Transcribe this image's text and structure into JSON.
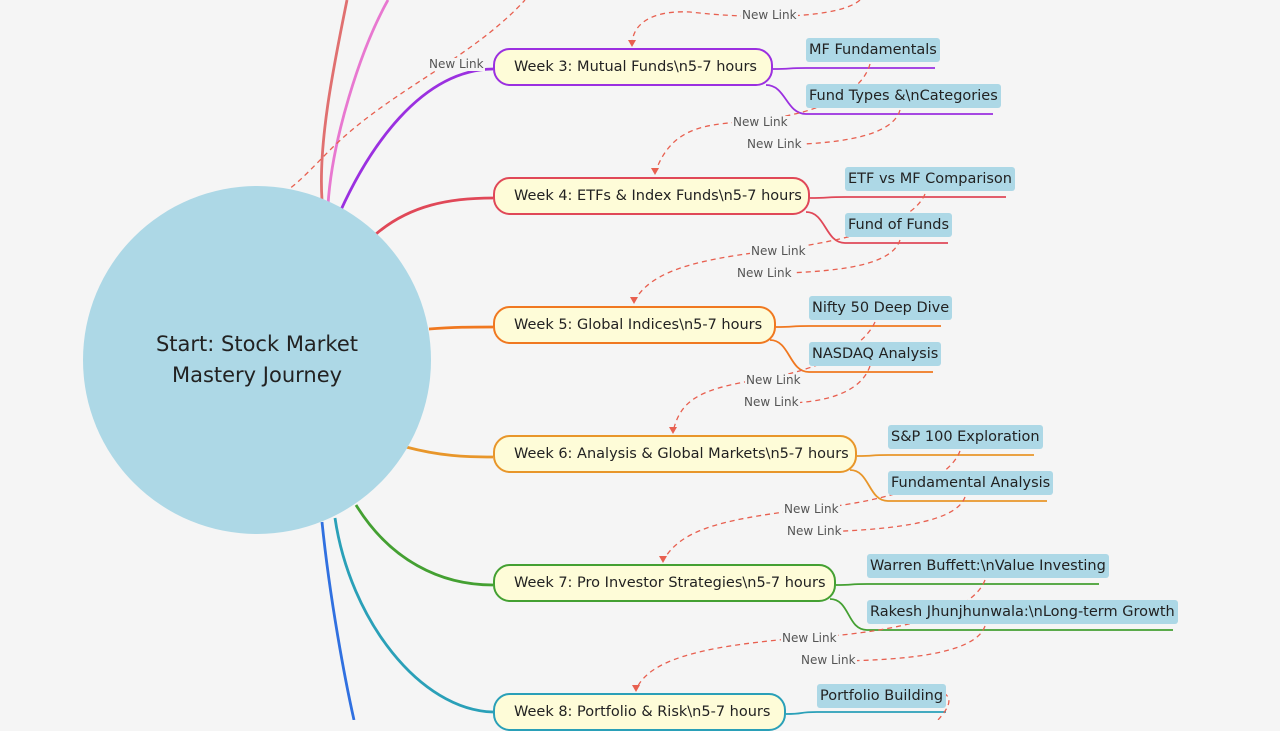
{
  "root": {
    "label": "Start: Stock Market Mastery Journey"
  },
  "weeks": [
    {
      "label": "Week 3: Mutual Funds\\n5-7 hours",
      "color": "#9b30e0",
      "subtopics": [
        "MF Fundamentals",
        "Fund Types &\\nCategories"
      ]
    },
    {
      "label": "Week 4: ETFs & Index Funds\\n5-7 hours",
      "color": "#e04858",
      "subtopics": [
        "ETF vs MF Comparison",
        "Fund of Funds"
      ]
    },
    {
      "label": "Week 5: Global Indices\\n5-7 hours",
      "color": "#f07820",
      "subtopics": [
        "Nifty 50 Deep Dive",
        "NASDAQ Analysis"
      ]
    },
    {
      "label": "Week 6: Analysis & Global Markets\\n5-7 hours",
      "color": "#e8962a",
      "subtopics": [
        "S&P 100 Exploration",
        "Fundamental Analysis"
      ]
    },
    {
      "label": "Week 7: Pro Investor Strategies\\n5-7 hours",
      "color": "#44a032",
      "subtopics": [
        "Warren Buffett:\\nValue Investing",
        "Rakesh Jhunjhunwala:\\nLong-term Growth"
      ]
    },
    {
      "label": "Week 8: Portfolio & Risk\\n5-7 hours",
      "color": "#2aa0b8",
      "subtopics": [
        "Portfolio Building"
      ]
    }
  ],
  "link_label": "New Link",
  "colors": {
    "background": "#f5f5f5",
    "node_fill": "#fefcd8",
    "root_fill": "#add8e6",
    "link": "#e86050"
  }
}
